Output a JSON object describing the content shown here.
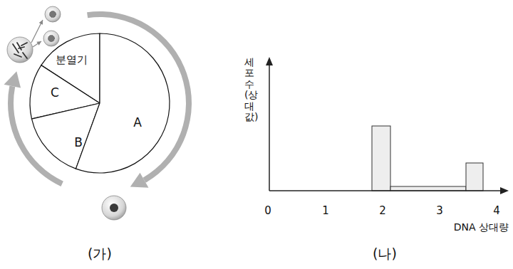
{
  "diagram": {
    "nodes": [
      {
        "text": [
          "분열기"
        ]
      },
      {
        "text": [
          "C"
        ]
      },
      {
        "text": [
          "B"
        ]
      },
      {
        "text": [
          "A"
        ]
      }
    ],
    "labels": [
      "(가)",
      "세포 수 (상대값)",
      "0",
      "1",
      "2",
      "3",
      "4",
      "DNA 상대량",
      "(나)"
    ]
  }
}
